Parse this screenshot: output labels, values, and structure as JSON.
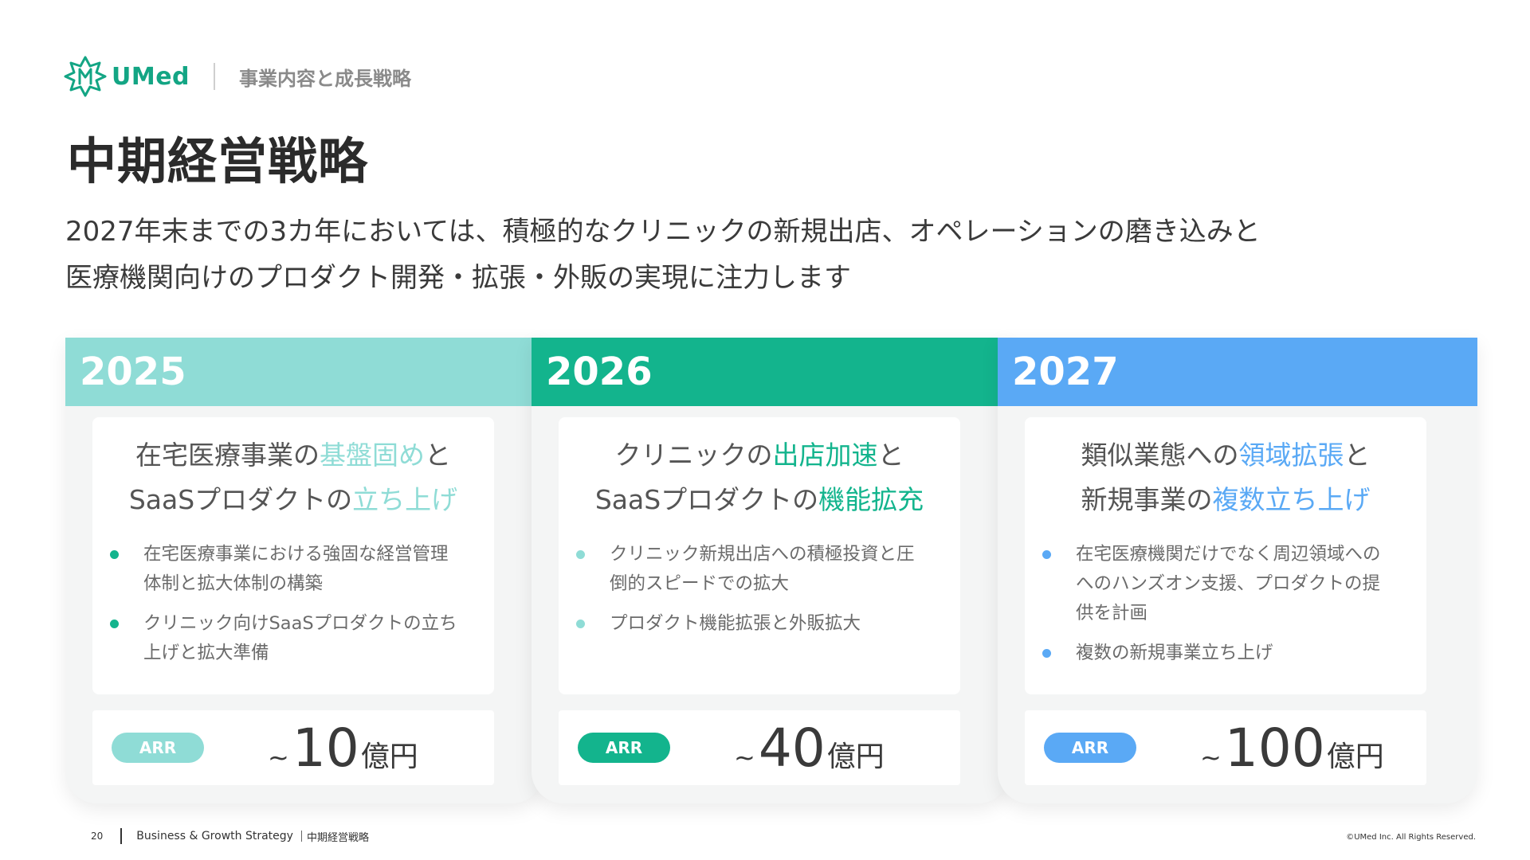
{
  "header": {
    "brand": "UMed",
    "section": "事業内容と成長戦略"
  },
  "colors": {
    "brand": "#13a584",
    "y2025": "#8fdcd6",
    "y2026": "#13b48d",
    "y2027": "#5aa9f5"
  },
  "page_title": "中期経営戦略",
  "lead": {
    "line1": "2027年末までの3カ年においては、積極的なクリニックの新規出店、オペレーションの磨き込みと",
    "line2": "医療機関向けのプロダクト開発・拡張・外販の実現に注力します"
  },
  "cards": [
    {
      "year": "2025",
      "headline_line1": {
        "pre": "在宅医療事業の",
        "highlight": "基盤固め",
        "post": "と"
      },
      "headline_line2": {
        "pre": "SaaSプロダクトの",
        "highlight": "立ち上げ",
        "post": ""
      },
      "bullets": [
        {
          "line1": "在宅医療事業における強固な経営管理",
          "line2": "体制と拡大体制の構築"
        },
        {
          "line1": "クリニック向けSaaSプロダクトの立ち",
          "line2": "上げと拡大準備"
        }
      ],
      "arr_label": "ARR",
      "arr_prefix": "~",
      "arr_value": "10",
      "arr_unit": "億円"
    },
    {
      "year": "2026",
      "headline_line1": {
        "pre": "クリニックの",
        "highlight": "出店加速",
        "post": "と"
      },
      "headline_line2": {
        "pre": "SaaSプロダクトの",
        "highlight": "機能拡充",
        "post": ""
      },
      "bullets": [
        {
          "line1": "クリニック新規出店への積極投資と圧",
          "line2": "倒的スピードでの拡大"
        },
        {
          "line1": "プロダクト機能拡張と外販拡大",
          "line2": ""
        }
      ],
      "arr_label": "ARR",
      "arr_prefix": "~",
      "arr_value": "40",
      "arr_unit": "億円"
    },
    {
      "year": "2027",
      "headline_line1": {
        "pre": "類似業態への",
        "highlight": "領域拡張",
        "post": "と"
      },
      "headline_line2": {
        "pre": "新規事業の",
        "highlight": "複数立ち上げ",
        "post": ""
      },
      "bullets": [
        {
          "line1": "在宅医療機関だけでなく周辺領域への",
          "line2": "へのハンズオン支援、プロダクトの提",
          "line3": "供を計画"
        },
        {
          "line1": "複数の新規事業立ち上げ",
          "line2": ""
        }
      ],
      "arr_label": "ARR",
      "arr_prefix": "~",
      "arr_value": "100",
      "arr_unit": "億円"
    }
  ],
  "footer": {
    "page_number": "20",
    "section_en": "Business & Growth Strategy",
    "section_jp": "中期経営戦略",
    "copyright": "©UMed Inc. All Rights Reserved."
  }
}
